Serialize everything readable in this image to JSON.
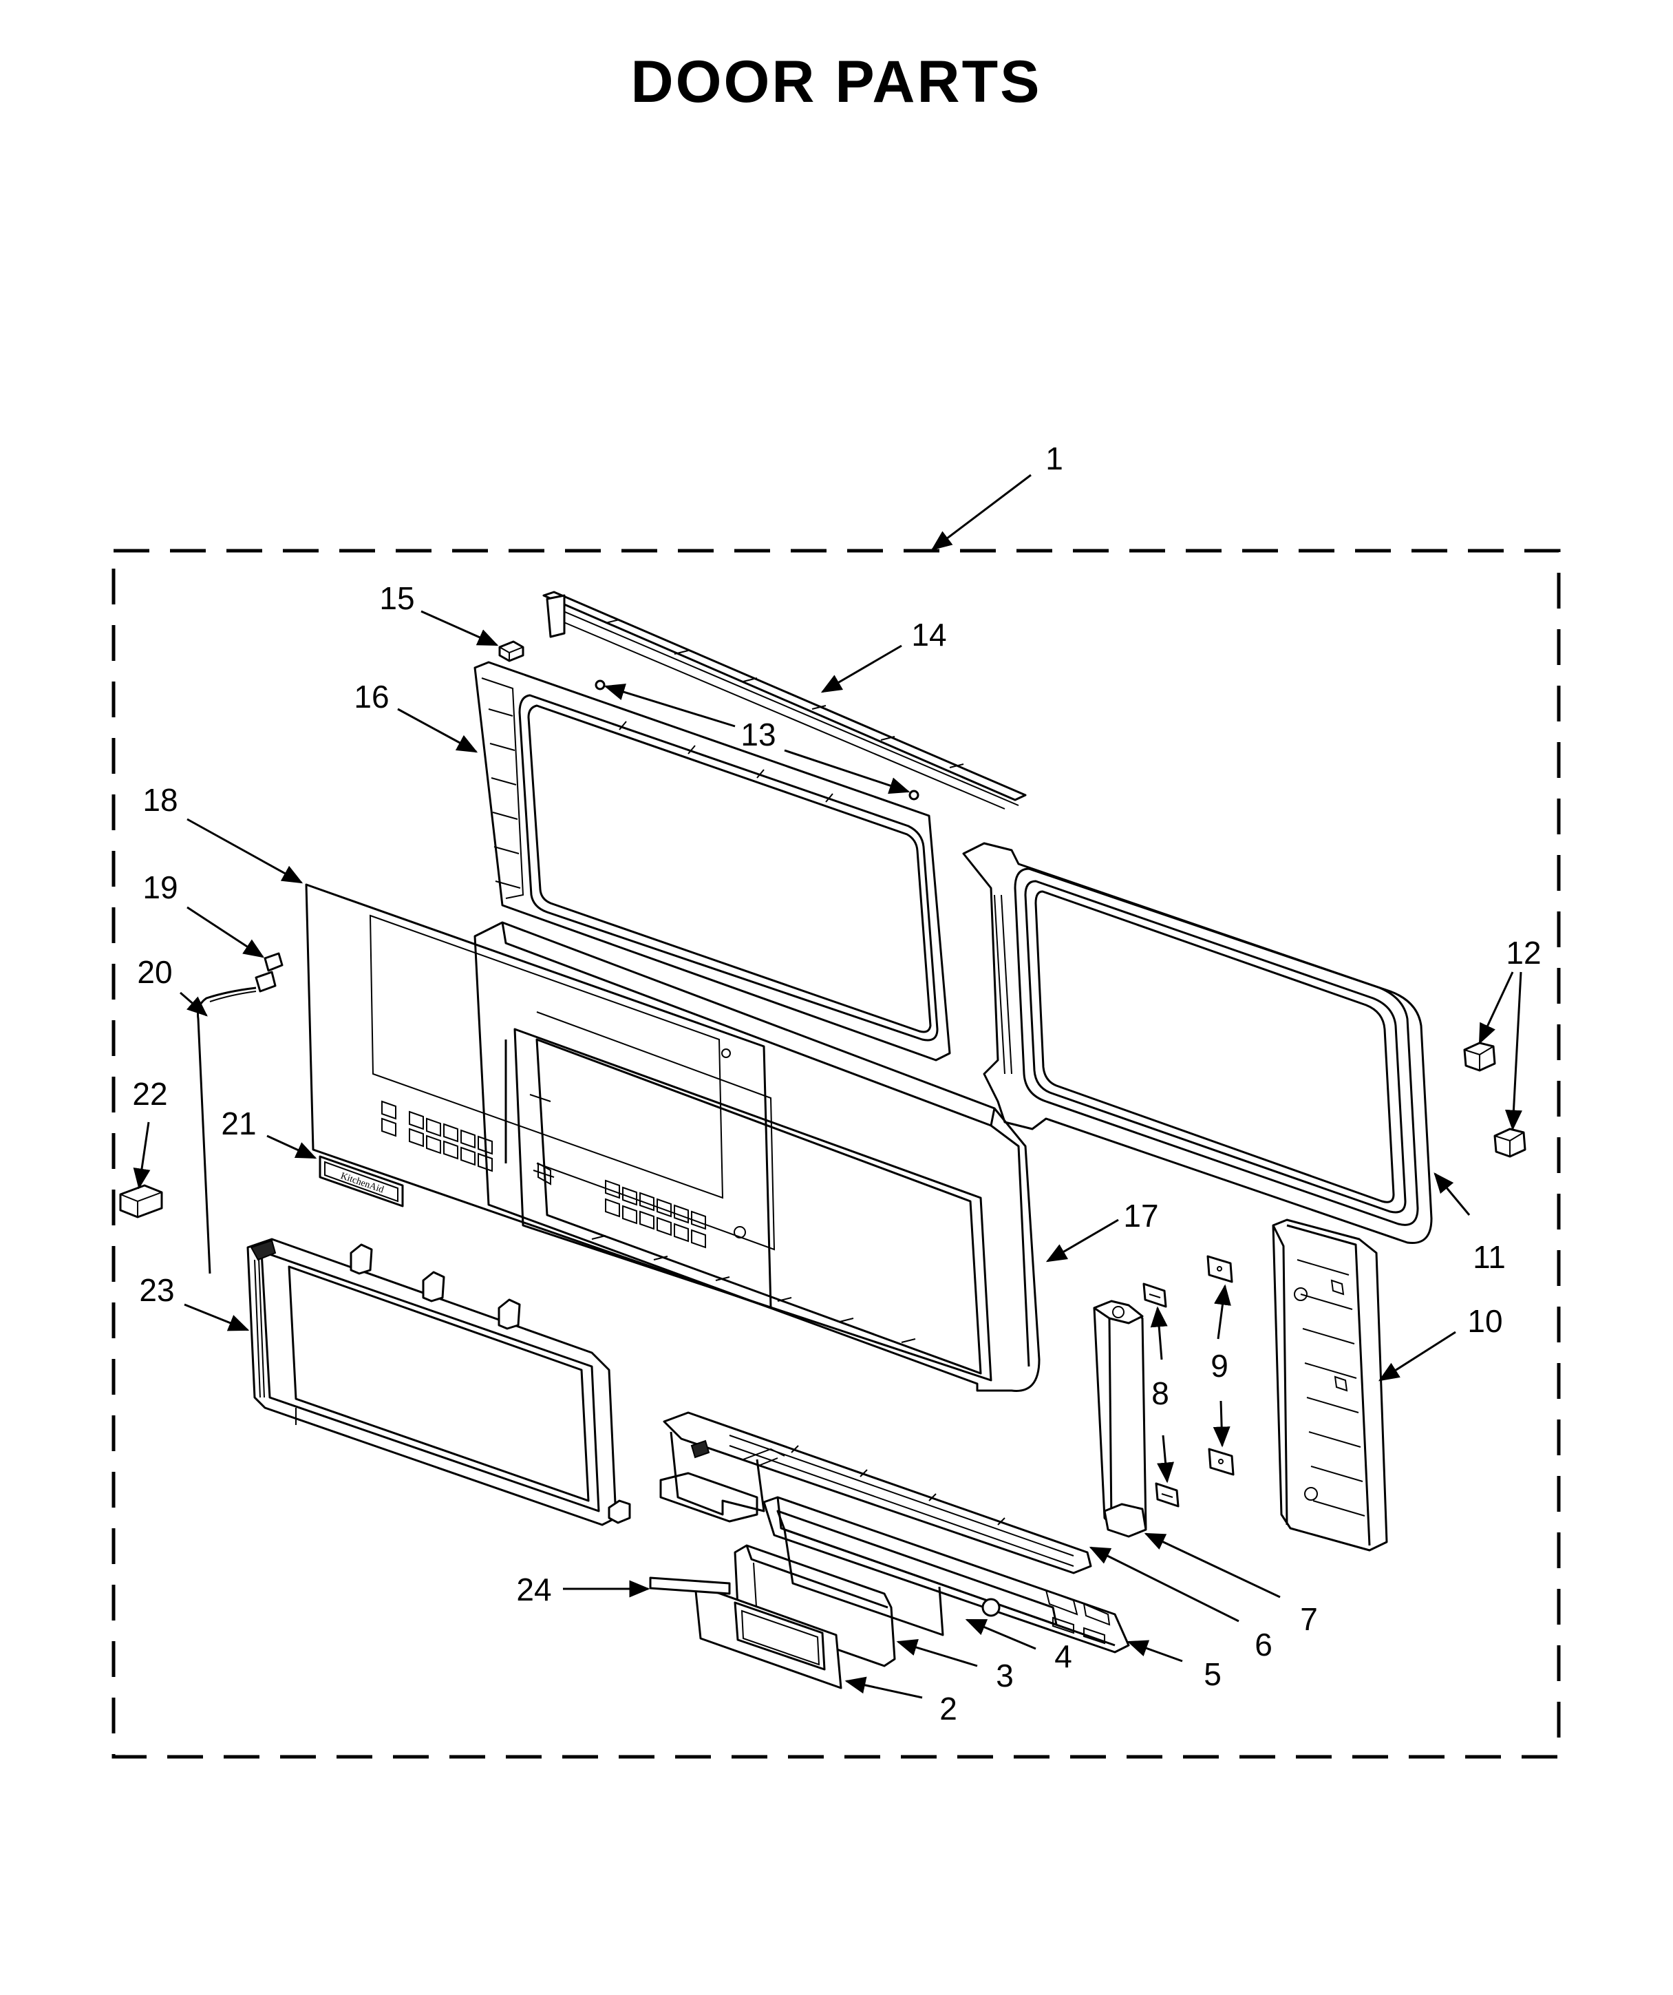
{
  "title": "DOOR PARTS",
  "callouts": {
    "c1": "1",
    "c2": "2",
    "c3": "3",
    "c4": "4",
    "c5": "5",
    "c6": "6",
    "c7": "7",
    "c8": "8",
    "c9": "9",
    "c10": "10",
    "c11": "11",
    "c12": "12",
    "c13": "13",
    "c14": "14",
    "c15": "15",
    "c16": "16",
    "c17": "17",
    "c18": "18",
    "c19": "19",
    "c20": "20",
    "c21": "21",
    "c22": "22",
    "c23": "23",
    "c24": "24"
  },
  "badge_text": "KitchenAid"
}
